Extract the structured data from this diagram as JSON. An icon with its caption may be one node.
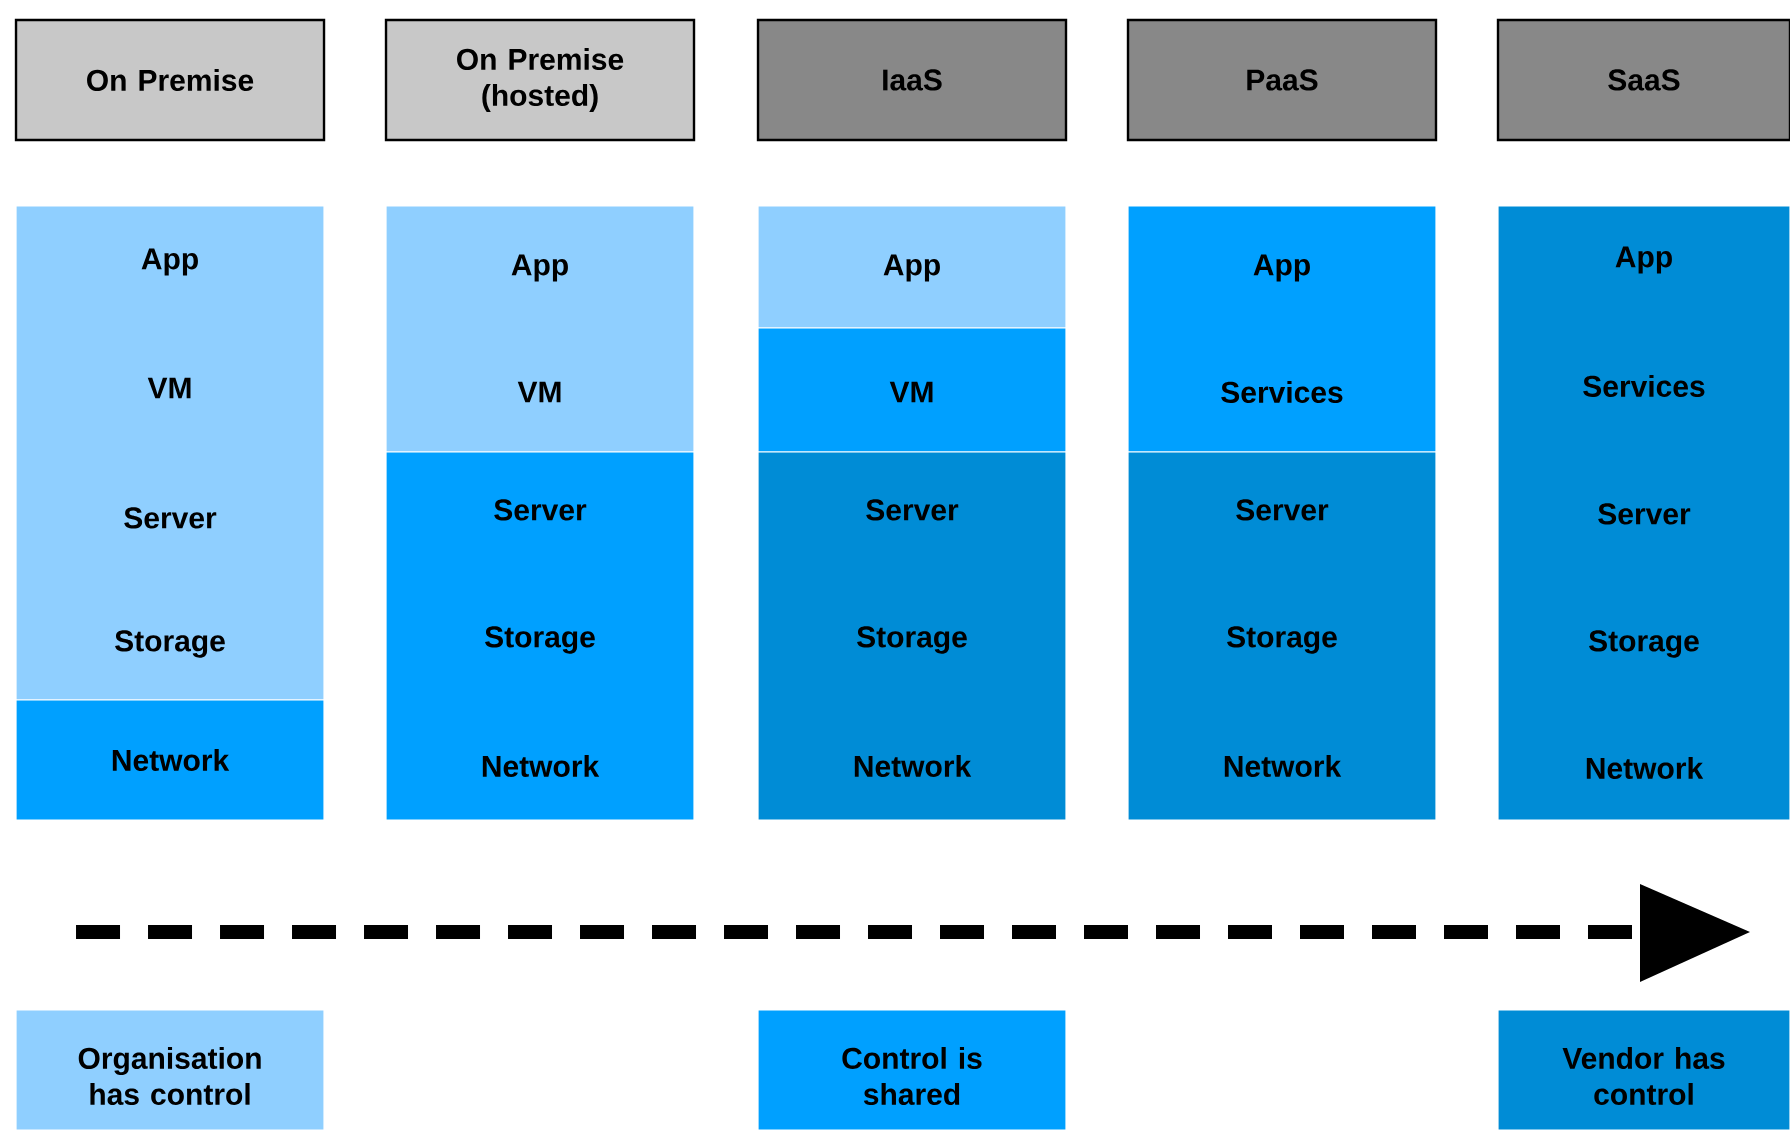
{
  "diagram": {
    "nodes": [
      {
        "text": [
          "On Premise"
        ]
      },
      {
        "text": [
          "On Premise (hosted)"
        ]
      },
      {
        "text": [
          "IaaS"
        ]
      },
      {
        "text": [
          "PaaS"
        ]
      },
      {
        "text": [
          "SaaS"
        ]
      },
      {
        "text": [
          "App",
          "VM",
          "Server",
          "Storage"
        ]
      },
      {
        "text": [
          "Network"
        ]
      },
      {
        "text": [
          "App",
          "VM"
        ]
      },
      {
        "text": [
          "Server",
          "Storage",
          "Network"
        ]
      },
      {
        "text": [
          "App"
        ]
      },
      {
        "text": [
          "VM"
        ]
      },
      {
        "text": [
          "Server",
          "Storage",
          "Network"
        ]
      },
      {
        "text": [
          "App",
          "Services"
        ]
      },
      {
        "text": [
          "Server",
          "Storage",
          "Network"
        ]
      },
      {
        "text": [
          "App",
          "Services",
          "Server",
          "Storage",
          "Network"
        ]
      },
      {
        "text": [
          "Organisation has control"
        ]
      },
      {
        "text": [
          "Control is shared"
        ]
      },
      {
        "text": [
          "Vendor has control"
        ]
      }
    ],
    "edges": []
  }
}
